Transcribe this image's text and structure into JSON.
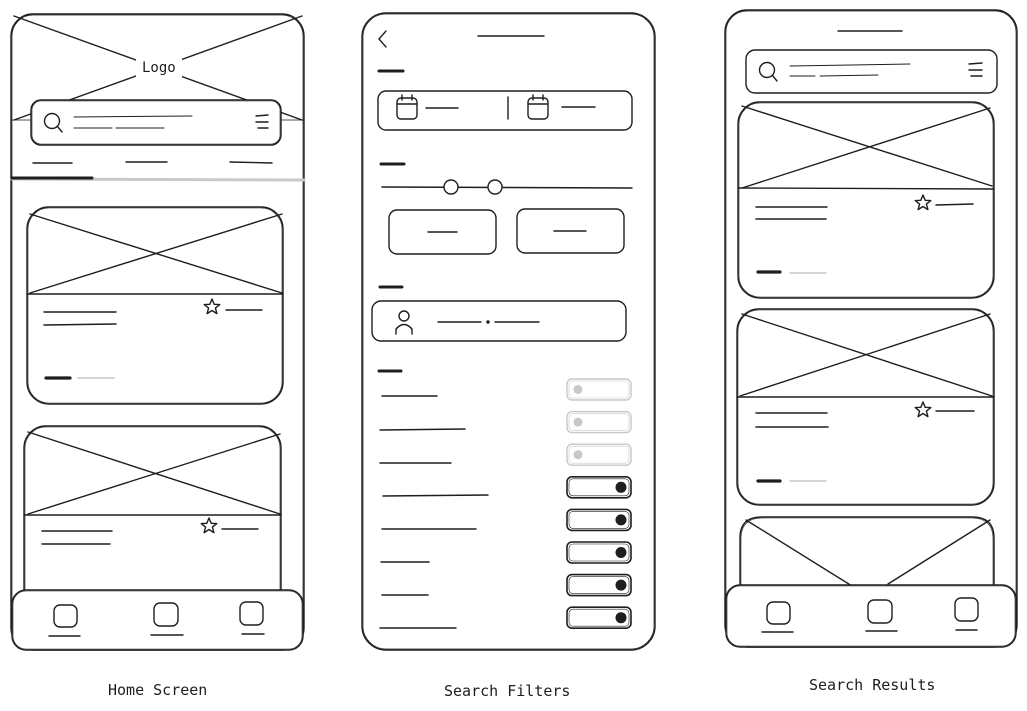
{
  "home": {
    "logo_text": "Logo",
    "caption": "Home Screen",
    "cards": [
      {
        "has_rating": true,
        "has_badge": true
      },
      {
        "has_rating": true,
        "has_badge": false
      }
    ],
    "nav_icons": [
      "nav-home-icon",
      "nav-search-icon",
      "nav-profile-icon"
    ]
  },
  "filters": {
    "caption": "Search Filters",
    "toggles": [
      {
        "on": false
      },
      {
        "on": false
      },
      {
        "on": false
      },
      {
        "on": true
      },
      {
        "on": true
      },
      {
        "on": true
      },
      {
        "on": true
      },
      {
        "on": true
      }
    ]
  },
  "results": {
    "caption": "Search Results",
    "cards": [
      {
        "has_rating": true
      },
      {
        "has_rating": true
      },
      {
        "has_rating": false
      }
    ]
  },
  "colors": {
    "stroke": "#1e1e1e",
    "muted": "#c8c8c8"
  }
}
